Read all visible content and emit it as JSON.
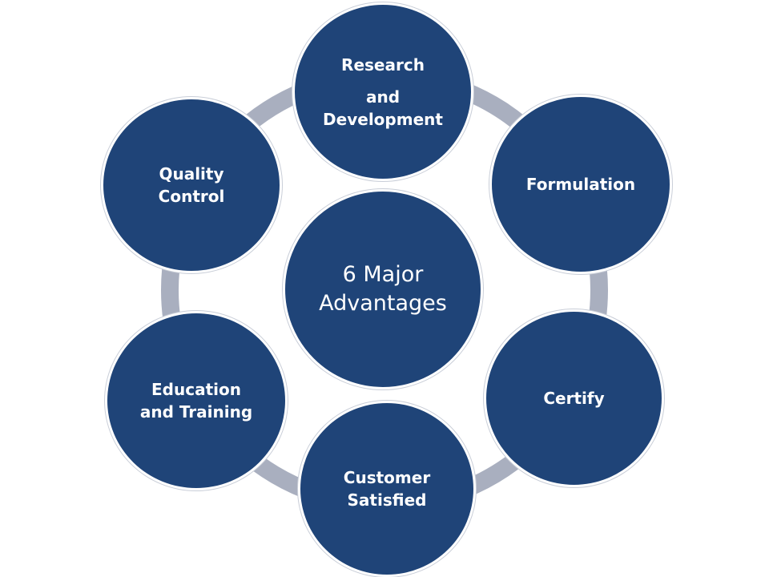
{
  "diagram": {
    "center": {
      "line1": "6 Major",
      "line2": "Advantages"
    },
    "nodes": [
      {
        "id": "research-and-development",
        "lines": [
          "Research",
          "and",
          "Development"
        ]
      },
      {
        "id": "formulation",
        "lines": [
          "Formulation"
        ]
      },
      {
        "id": "certify",
        "lines": [
          "Certify"
        ]
      },
      {
        "id": "customer-satisfied",
        "lines": [
          "Customer",
          "Satisfied"
        ]
      },
      {
        "id": "education-and-training",
        "lines": [
          "Education",
          "and Training"
        ]
      },
      {
        "id": "quality-control",
        "lines": [
          "Quality",
          "Control"
        ]
      }
    ],
    "colors": {
      "node_fill": "#1f4478",
      "node_text": "#ffffff",
      "ring": "#a9afbf",
      "background": "#ffffff"
    }
  }
}
